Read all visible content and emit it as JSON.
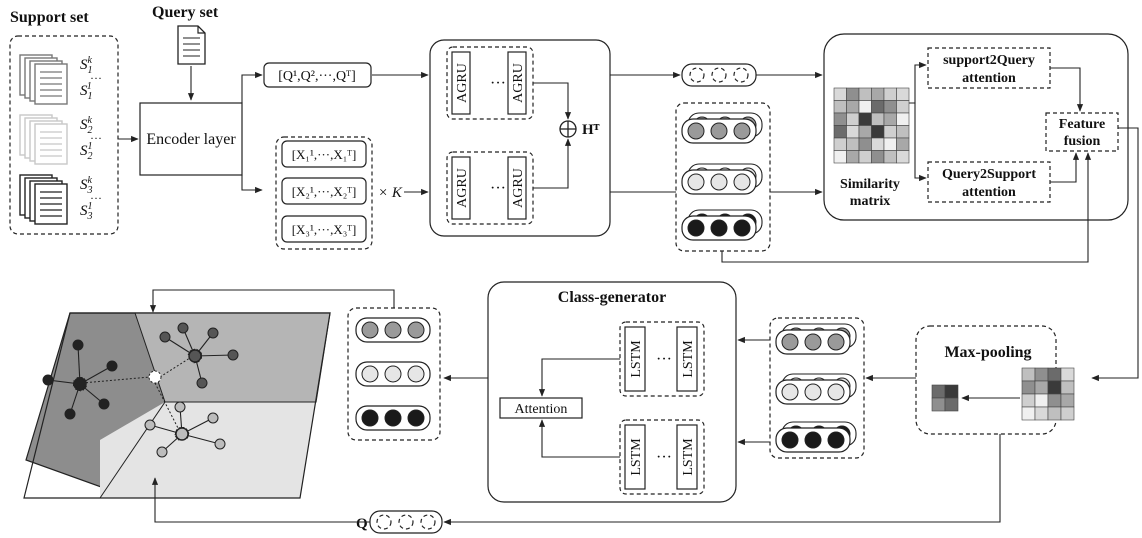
{
  "labels": {
    "support_set": "Support set",
    "query_set": "Query set",
    "encoder_layer": "Encoder layer",
    "query_seq": "[Q¹,Q²,···,Qᵀ]",
    "x1": "[X₁¹,···,X₁ᵀ]",
    "x2": "[X₂¹,···,X₂ᵀ]",
    "x3": "[X₃¹,···,X₃ᵀ]",
    "times_k": "× K",
    "agru": "AGRU",
    "dots": "···",
    "ht": "Hᵀ",
    "similarity_matrix_line1": "Similarity",
    "similarity_matrix_line2": "matrix",
    "support2query_line1": "support2Query",
    "support2query_line2": "attention",
    "query2support_line1": "Query2Support",
    "query2support_line2": "attention",
    "feature_fusion_line1": "Feature",
    "feature_fusion_line2": "fusion",
    "max_pooling": "Max-pooling",
    "class_generator": "Class-generator",
    "lstm": "LSTM",
    "attention": "Attention",
    "q": "Q"
  },
  "support_docs": [
    {
      "top": "S",
      "sub": "1",
      "sup": "k",
      "sub2": "1",
      "sup2": "1",
      "tone": "#777777"
    },
    {
      "top": "S",
      "sub": "2",
      "sup": "k",
      "sub2": "2",
      "sup2": "1",
      "tone": "#c8c8c8"
    },
    {
      "top": "S",
      "sub": "3",
      "sup": "k",
      "sub2": "3",
      "sup2": "1",
      "tone": "#222222"
    }
  ],
  "colors": {
    "class1": "#9a9a9a",
    "class2": "#e6e6e6",
    "class3": "#1a1a1a",
    "region_dark": "#8d8d8d",
    "region_mid": "#b5b5b5",
    "region_light": "#e4e4e4"
  },
  "icons": [
    "document-icon",
    "document-stack-icon",
    "plus-circle-icon",
    "arrow-icon"
  ]
}
